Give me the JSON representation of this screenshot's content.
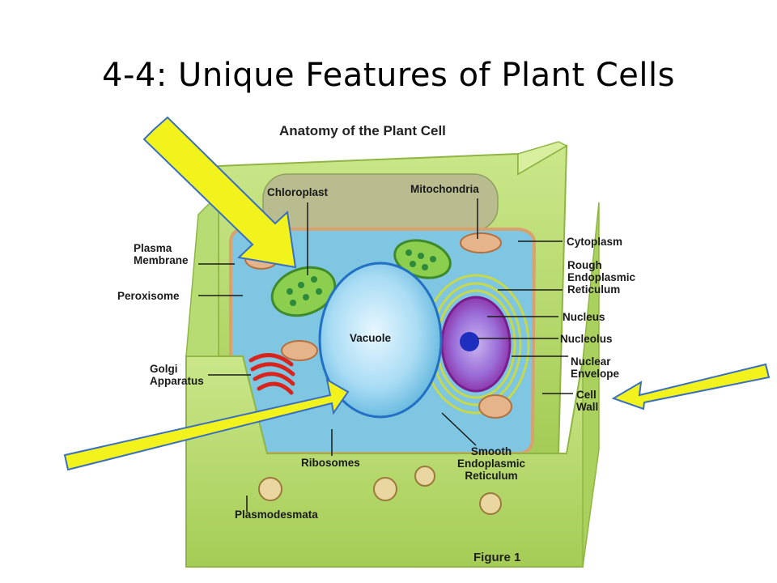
{
  "slide": {
    "title": "4-4: Unique Features of Plant Cells"
  },
  "diagram": {
    "title": "Anatomy of the Plant Cell",
    "figure_label": "Figure 1",
    "labels": {
      "chloroplast": "Chloroplast",
      "mitochondria": "Mitochondria",
      "cytoplasm": "Cytoplasm",
      "plasma_membrane": [
        "Plasma",
        "Membrane"
      ],
      "peroxisome": "Peroxisome",
      "golgi_apparatus": [
        "Golgi",
        "Apparatus"
      ],
      "rough_er": [
        "Rough",
        "Endoplasmic",
        "Reticulum"
      ],
      "nucleus": "Nucleus",
      "nucleolus": "Nucleolus",
      "nuclear_envelope": [
        "Nuclear",
        "Envelope"
      ],
      "cell_wall": [
        "Cell",
        "Wall"
      ],
      "vacuole": "Vacuole",
      "ribosomes": "Ribosomes",
      "smooth_er": [
        "Smooth",
        "Endoplasmic",
        "Reticulum"
      ],
      "plasmodesmata": "Plasmodesmata"
    }
  },
  "colors": {
    "cell_wall": "#b5d86a",
    "cytoplasm": "#7cc4e0",
    "vacuole": "#bfe6f7",
    "arrow": "#f2f21c"
  }
}
